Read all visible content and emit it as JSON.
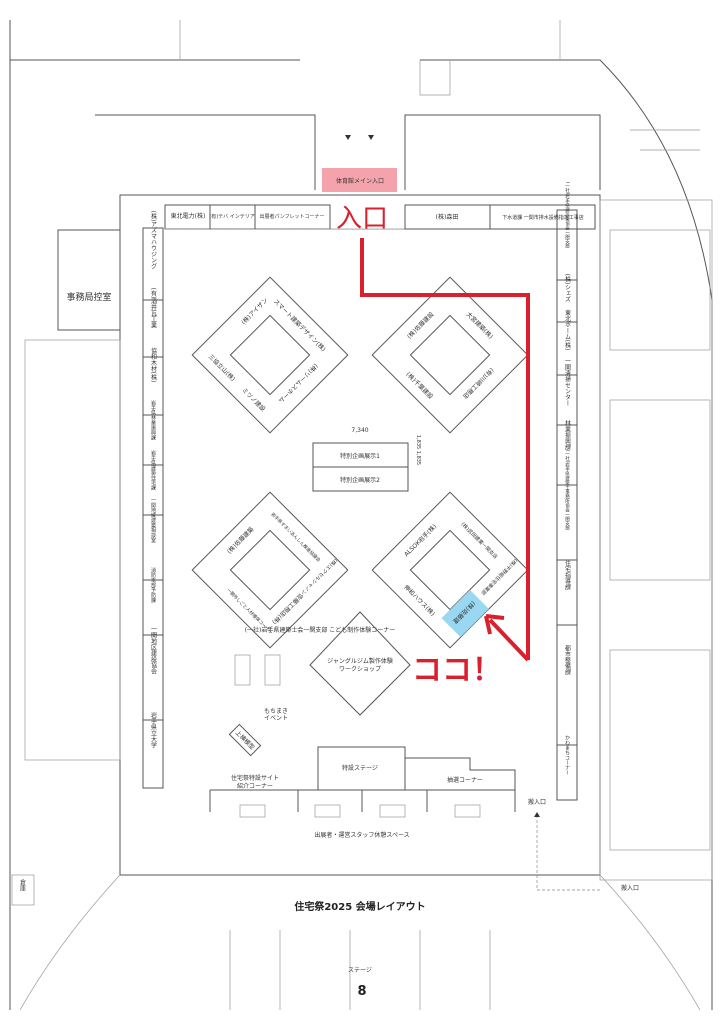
{
  "title": "住宅祭2025 会場レイアウト",
  "page_number": "8",
  "stage_label": "ステージ",
  "main_entrance": "体育館メイン入口",
  "entrance_marker": "入口",
  "here_marker": "ココ！",
  "office": "事務局控室",
  "storage": "倉庫",
  "loading_entrance_1": "搬入口",
  "loading_entrance_2": "搬入口",
  "colors": {
    "route": "#d9202c",
    "highlight": "#8fd3f0",
    "entrance_box": "#f4a3ad"
  },
  "top_row": [
    "東北電力(株)",
    "(有)テバ インテリア",
    "出展者パンフレットコーナー",
    "(株)森田",
    "下水道課 一関市排水設備指定工事店"
  ],
  "left_column": [
    "(株)アズマハウジング",
    "(有)酒井瓦工業",
    "協和木材(株)",
    "岩手県林業振興課",
    "岩手県建築住宅課",
    "一関地域建築相談室",
    "消防本部予防課",
    "一関地区建設協会",
    "岩手県立大学"
  ],
  "right_column": [
    "(一社)岩手県建設業協会一関支部",
    "(株)シェズ",
    "東北ホーム(株)",
    "一関清掃センター",
    "林業振興課",
    "(一社)岩手県建築士事務所協会一関支部",
    "住宅指導課",
    "都市整備課",
    "かわまちコーナー"
  ],
  "cluster_top_left": [
    "スマート建築デザイン(株)",
    "(株)リームスホーム",
    "(株)アイザン",
    "ミツノ建設",
    "三協立山(株)"
  ],
  "cluster_top_right": [
    "(有)川崎工務店",
    "大宮建築(株)",
    "(株)佐藤建設",
    "(株)千葉建設"
  ],
  "cluster_bottom_left": [
    "岩手県すまいあんしん推進協議会",
    "(株)エクセルシャノン",
    "佐藤工務店(株)",
    "(株)佐藤建築",
    "一関市しごと人材確保コーナー"
  ],
  "cluster_bottom_right": [
    "(株)武田建業一関支店",
    "(株)平野組住宅事業部",
    "ALSOK岩手(株)",
    "伸和ハウス(株)",
    "(株)佐藤建"
  ],
  "special": {
    "dim_width": "7,340",
    "dim_height": "1,835 1,835",
    "exhibit_1": "特別企画展示1",
    "exhibit_2": "特別企画展示2"
  },
  "kids_corner": "(一社)岩手県建築士会一関支部 こども制作体験コーナー",
  "jungle_gym_1": "ジャングルジム製作体験",
  "jungle_gym_2": "ワークショップ",
  "mochimaki_1": "もちまき",
  "mochimaki_2": "イベント",
  "model": "上棟模型",
  "stage": "特設ステージ",
  "lottery": "抽選コーナー",
  "site_corner_1": "住宅祭特設サイト",
  "site_corner_2": "紹介コーナー",
  "rest_space": "出展者・運営スタッフ休憩スペース"
}
